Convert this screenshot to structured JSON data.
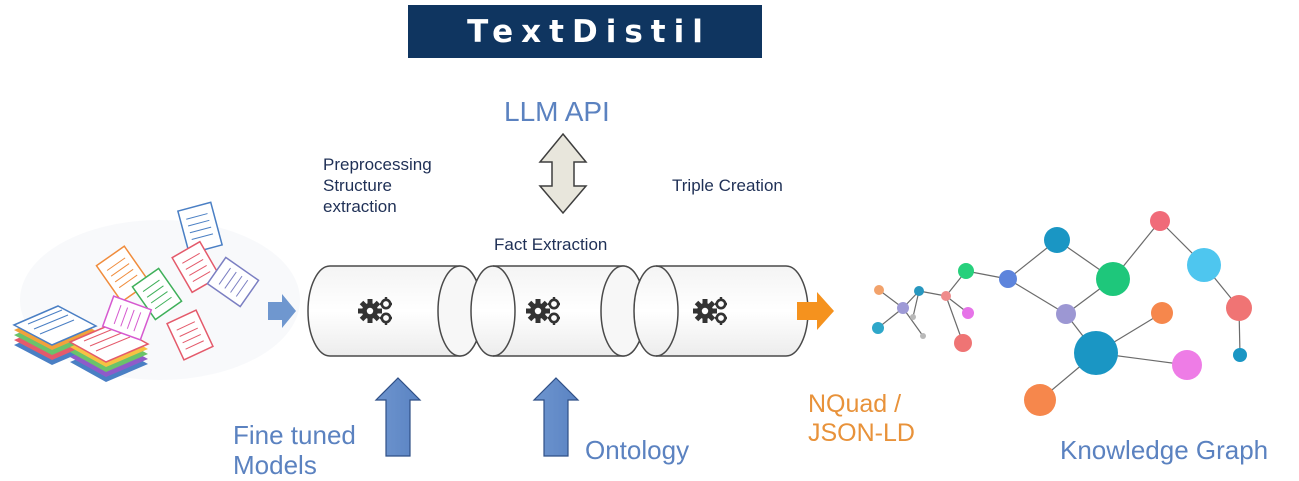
{
  "title": "TextDistil",
  "labels": {
    "llm_api": "LLM API",
    "preprocessing_line1": "Preprocessing",
    "preprocessing_line2": "Structure",
    "preprocessing_line3": "extraction",
    "triple_creation": "Triple Creation",
    "fact_extraction": "Fact Extraction",
    "fine_tuned_line1": "Fine tuned",
    "fine_tuned_line2": "Models",
    "ontology": "Ontology",
    "nquad_line1": "NQuad /",
    "nquad_line2": "JSON-LD",
    "knowledge_graph": "Knowledge Graph"
  },
  "colors": {
    "title_bg": "#0f3560",
    "label_blue": "#5b82c0",
    "label_dark": "#1f3056",
    "label_orange": "#e8923a",
    "arrow_blue": "#6f97cf",
    "arrow_orange": "#f5921e"
  },
  "icons": [
    "documents-stack-icon",
    "gears-icon",
    "double-arrow-icon",
    "up-arrow-icon",
    "right-arrow-icon",
    "knowledge-graph-icon"
  ]
}
